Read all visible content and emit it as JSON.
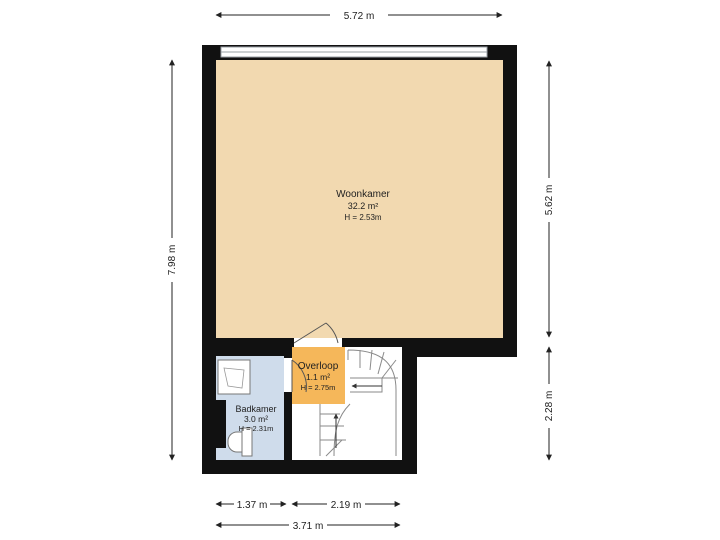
{
  "dimensions": {
    "top_width": "5.72 m",
    "right_upper": "5.62 m",
    "right_lower": "2.28 m",
    "left_total": "7.98 m",
    "bottom_left": "1.37 m",
    "bottom_mid": "2.19 m",
    "bottom_total": "3.71 m"
  },
  "rooms": {
    "woonkamer": {
      "name": "Woonkamer",
      "area": "32.2 m²",
      "height": "H = 2.53m"
    },
    "overloop": {
      "name": "Overloop",
      "area": "1.1 m²",
      "height": "H = 2.75m"
    },
    "badkamer": {
      "name": "Badkamer",
      "area": "3.0 m²",
      "height": "H = 2.31m"
    }
  },
  "colors": {
    "wall": "#111111",
    "woonkamer_fill": "#f2d9b0",
    "overloop_fill": "#f5b75a",
    "badkamer_fill": "#cfdceb",
    "stair_fill": "#ffffff"
  }
}
